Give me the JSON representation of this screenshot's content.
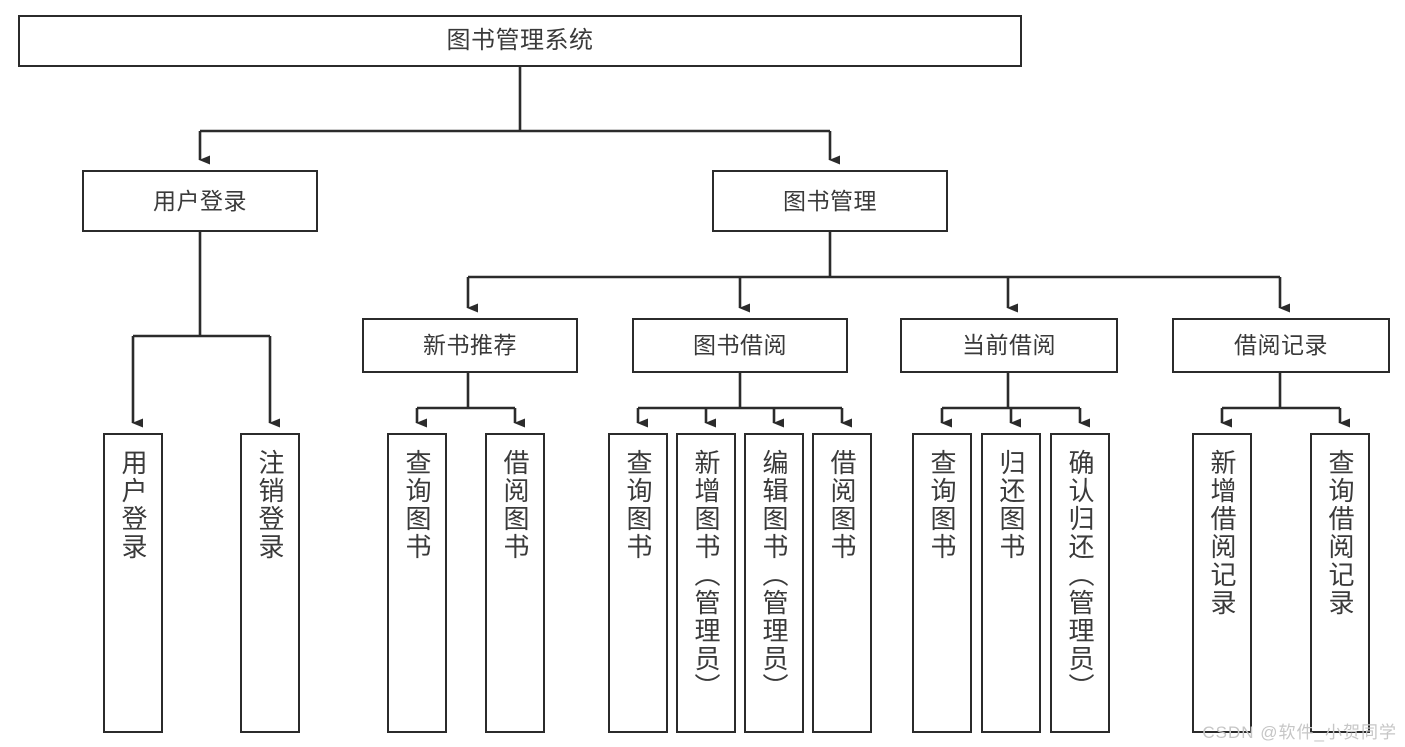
{
  "diagram": {
    "title": "图书管理系统",
    "type": "tree",
    "stroke_color": "#2b2b2b",
    "text_color": "#3a3a3a",
    "background_color": "#ffffff",
    "root": {
      "label": "图书管理系统"
    },
    "level2": [
      {
        "label": "用户登录"
      },
      {
        "label": "图书管理"
      }
    ],
    "level3": [
      {
        "label": "新书推荐"
      },
      {
        "label": "图书借阅"
      },
      {
        "label": "当前借阅"
      },
      {
        "label": "借阅记录"
      }
    ],
    "leaves": {
      "user_login": [
        {
          "label": "用户登录"
        },
        {
          "label": "注销登录"
        }
      ],
      "new_book_recommend": [
        {
          "label": "查询图书"
        },
        {
          "label": "借阅图书"
        }
      ],
      "book_borrow": [
        {
          "label": "查询图书"
        },
        {
          "label": "新增图书（管理员）"
        },
        {
          "label": "编辑图书（管理员）"
        },
        {
          "label": "借阅图书"
        }
      ],
      "current_borrow": [
        {
          "label": "查询图书"
        },
        {
          "label": "归还图书"
        },
        {
          "label": "确认归还（管理员）"
        }
      ],
      "borrow_record": [
        {
          "label": "新增借阅记录"
        },
        {
          "label": "查询借阅记录"
        }
      ]
    }
  },
  "watermark": {
    "text": "CSDN @软件_小贺同学",
    "color": "#c6c6c6"
  }
}
